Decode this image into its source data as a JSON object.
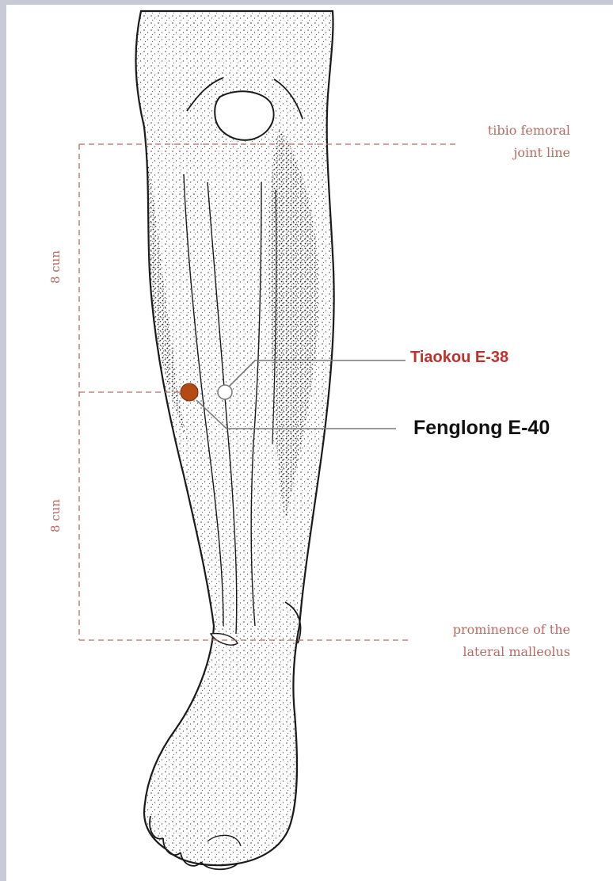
{
  "colors": {
    "frame": "#c9cad8",
    "annotation": "#b86b62",
    "tiaokou": "#c0312b",
    "fenglong": "#111111",
    "point_fill": "#b34a14",
    "outline": "#1a1a1a",
    "leader": "#7a7a7a"
  },
  "labels": {
    "joint_line_1": "tibio femoral",
    "joint_line_2": "joint line",
    "malleolus_1": "prominence of the",
    "malleolus_2": "lateral malleolus",
    "cun_upper": "8 cun",
    "cun_lower": "8 cun",
    "tiaokou": "Tiaokou E-38",
    "fenglong": "Fenglong E-40"
  },
  "points": [
    {
      "name": "Tiaokou E-38",
      "marker": "open-circle"
    },
    {
      "name": "Fenglong E-40",
      "marker": "filled-circle"
    }
  ]
}
